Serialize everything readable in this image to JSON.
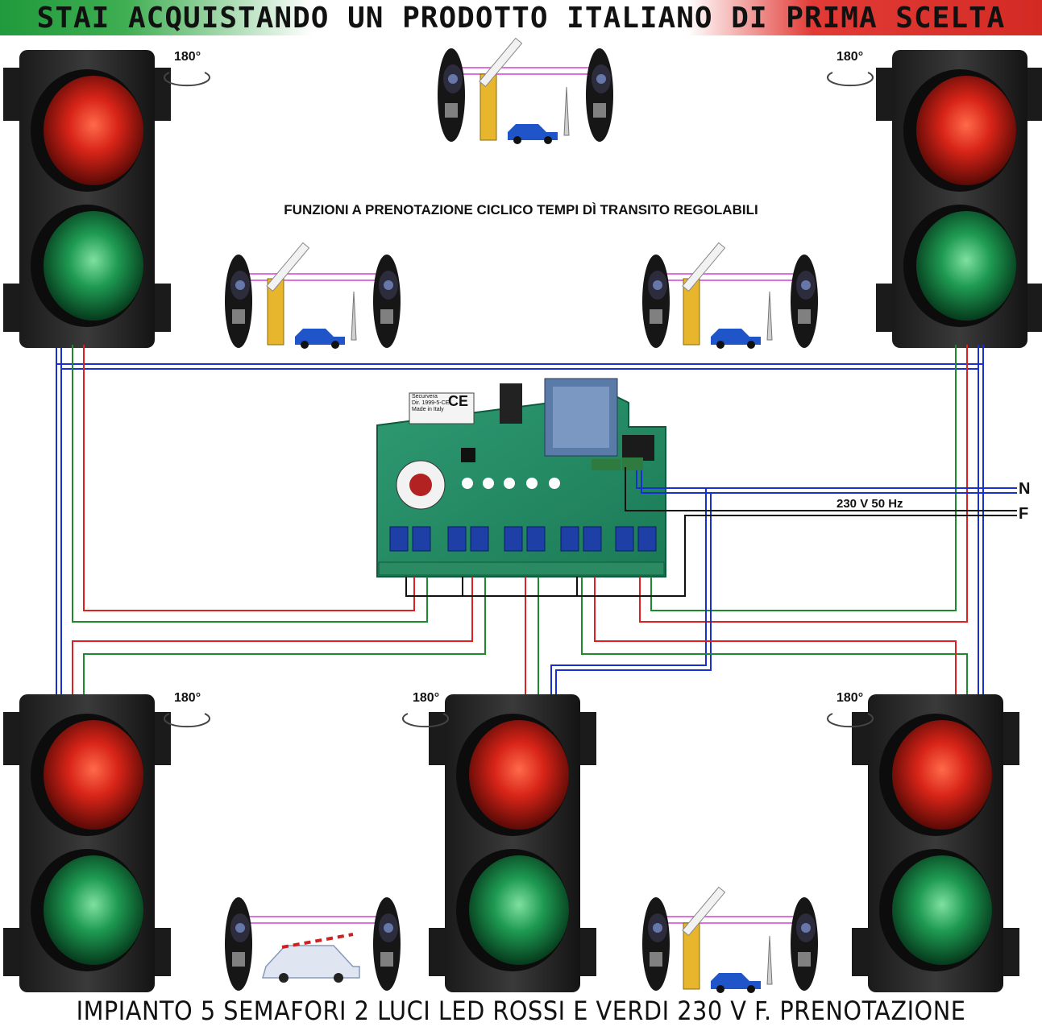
{
  "banner": {
    "text": "STAI ACQUISTANDO UN PRODOTTO ITALIANO DI PRIMA SCELTA",
    "colors": {
      "green": "#1f9a3c",
      "white": "#ffffff",
      "red": "#d32a24"
    }
  },
  "caption": "FUNZIONI A PRENOTAZIONE CICLICO TEMPI DÌ TRANSITO REGOLABILI",
  "footer": "IMPIANTO 5 SEMAFORI 2 LUCI LED ROSSI E VERDI 230 V F. PRENOTAZIONE",
  "power": {
    "label": "230 V 50 Hz",
    "neutral": "N",
    "phase": "F"
  },
  "rotation_label": "180°",
  "board": {
    "brand": "Securvera",
    "directive": "Dir. 1999-5-CE",
    "origin": "Made in Italy",
    "mark": "CE"
  },
  "wire_colors": {
    "red": "#e02020",
    "green": "#1e8a2e",
    "blue": "#1a2fd0",
    "black": "#111111",
    "beam": "#e070e0"
  }
}
